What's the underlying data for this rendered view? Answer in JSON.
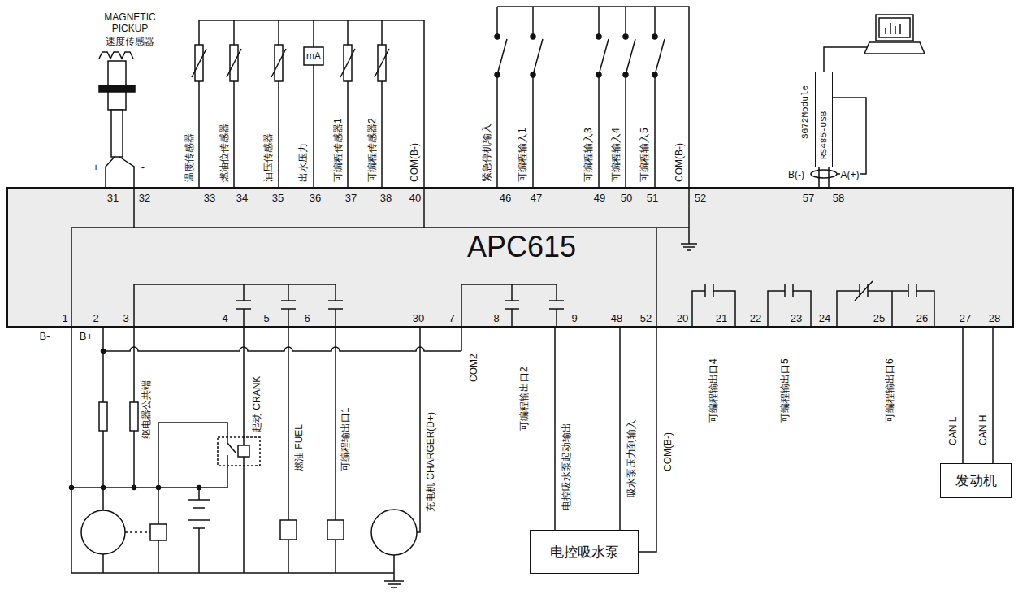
{
  "diagram": {
    "nodes": [
      {
        "text": [
          "APC615"
        ]
      },
      {
        "text": [
          "电控吸水泵"
        ]
      },
      {
        "text": [
          "发动机"
        ]
      },
      {
        "text": [
          "SG72Module",
          "RS485-USB"
        ]
      }
    ],
    "edges": [
      {
        "from": 0,
        "to": 1,
        "arrow": "none",
        "label": "电控吸水泵起动输出"
      },
      {
        "from": 0,
        "to": 1,
        "arrow": "none",
        "label": "吸水泵压力到输入"
      },
      {
        "from": 0,
        "to": 1,
        "arrow": "none",
        "label": "COM(B-)"
      },
      {
        "from": 0,
        "to": 2,
        "arrow": "none",
        "label": "CAN L"
      },
      {
        "from": 0,
        "to": 2,
        "arrow": "none",
        "label": "CAN H"
      },
      {
        "from": 0,
        "to": 3,
        "arrow": "none",
        "label": "B(-)"
      },
      {
        "from": 0,
        "to": 3,
        "arrow": "none",
        "label": "A(+)"
      }
    ],
    "labels": [
      "MAGNETIC PICKUP",
      "速度传感器",
      "+",
      "-",
      "温度传感器",
      "燃油位传感器",
      "油压传感器",
      "出水压力",
      "可编程传感器1",
      "可编程传感器2",
      "COM(B-)",
      "mA",
      "紧急停机输入",
      "可编程输入1",
      "可编程输入3",
      "可编程输入4",
      "可编程输入5",
      "COM(B-)",
      "31",
      "32",
      "33",
      "34",
      "35",
      "36",
      "37",
      "38",
      "40",
      "46",
      "47",
      "49",
      "50",
      "51",
      "52",
      "57",
      "58",
      "1",
      "2",
      "3",
      "4",
      "5",
      "6",
      "30",
      "7",
      "8",
      "9",
      "48",
      "52",
      "20",
      "21",
      "22",
      "23",
      "24",
      "25",
      "26",
      "27",
      "28",
      "B-",
      "B+",
      "继电器公共端",
      "起动 CRANK",
      "燃油 FUEL",
      "可编程输出口1",
      "充电机 CHARGER(D+)",
      "COM2",
      "可编程输出口2",
      "可编程输出口4",
      "可编程输出口5",
      "可编程输出口6"
    ]
  }
}
